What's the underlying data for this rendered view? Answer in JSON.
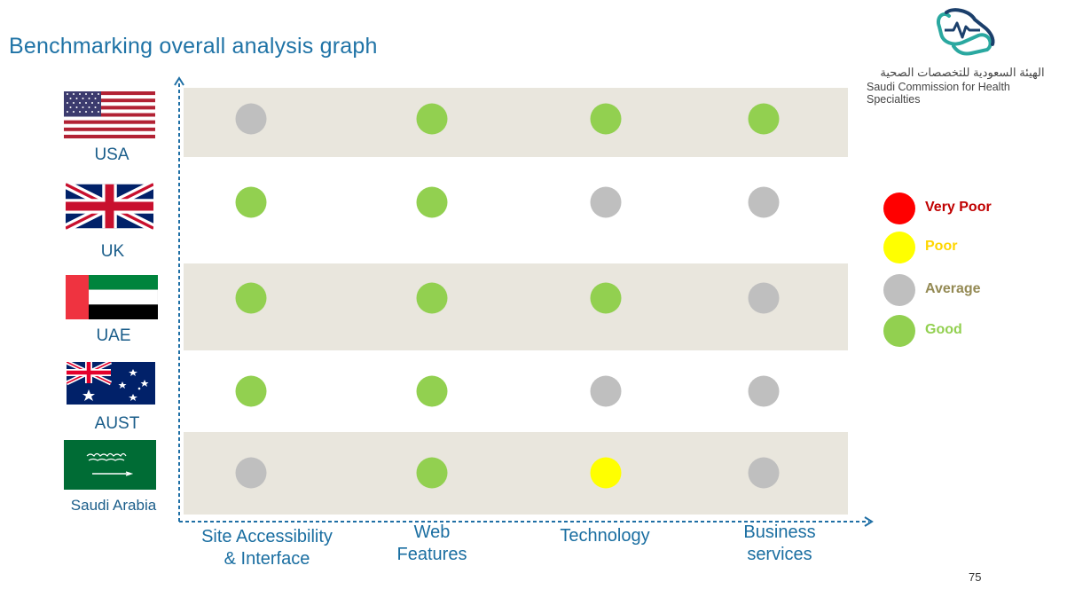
{
  "title": "Benchmarking overall analysis graph",
  "logo": {
    "arabic_text": "الهيئة السعودية للتخصصات الصحية",
    "english_text": "Saudi Commission for Health Specialties"
  },
  "page_number": "75",
  "colors": {
    "title": "#1f73a6",
    "band": "#e9e6dd",
    "axis": "#1f6fa5",
    "very_poor": "#ff0000",
    "poor": "#ffff00",
    "average": "#bfbfbf",
    "good": "#92d050"
  },
  "legend": [
    {
      "key": "very_poor",
      "label": "Very Poor",
      "color": "#ff0000",
      "text_color": "#c00000"
    },
    {
      "key": "poor",
      "label": "Poor",
      "color": "#ffff00",
      "text_color": "#ffd600"
    },
    {
      "key": "average",
      "label": "Average",
      "color": "#bfbfbf",
      "text_color": "#948a54"
    },
    {
      "key": "good",
      "label": "Good",
      "color": "#92d050",
      "text_color": "#92d050"
    }
  ],
  "chart_data": {
    "type": "heatmap",
    "title": "Benchmarking overall analysis graph",
    "categories": [
      "Site Accessibility & Interface",
      "Web Features",
      "Technology",
      "Business services"
    ],
    "countries": [
      "USA",
      "UK",
      "UAE",
      "AUST",
      "Saudi Arabia"
    ],
    "country_flags": [
      "usa-flag-icon",
      "uk-flag-icon",
      "uae-flag-icon",
      "australia-flag-icon",
      "saudi-flag-icon"
    ],
    "ratings": [
      [
        "average",
        "good",
        "good",
        "good"
      ],
      [
        "good",
        "good",
        "average",
        "average"
      ],
      [
        "good",
        "good",
        "good",
        "average"
      ],
      [
        "good",
        "good",
        "average",
        "average"
      ],
      [
        "average",
        "good",
        "poor",
        "average"
      ]
    ],
    "grid": false,
    "legend_position": "right"
  }
}
